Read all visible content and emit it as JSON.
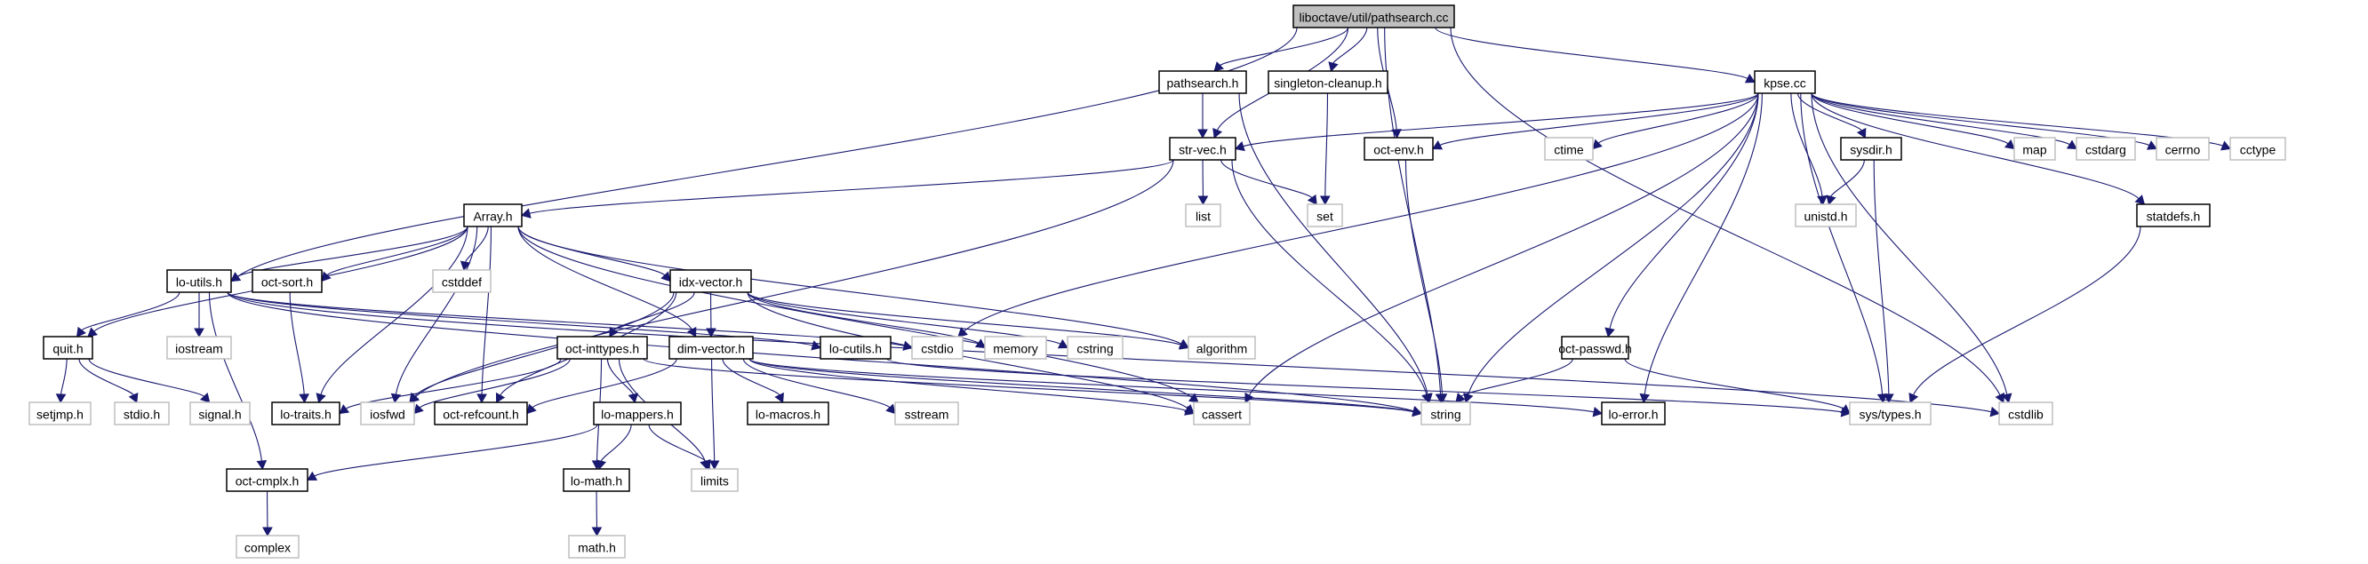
{
  "title": "liboctave/util/pathsearch.cc",
  "colors": {
    "edge": "#191970",
    "root_fill": "#bfbfbf",
    "documented_border": "#000000",
    "external_border": "#bfbfbf"
  },
  "nodes": [
    {
      "id": "root",
      "label": "liboctave/util/pathsearch.cc",
      "kind": "root"
    },
    {
      "id": "pathsearch_h",
      "label": "pathsearch.h",
      "kind": "documented"
    },
    {
      "id": "singleton_cleanup_h",
      "label": "singleton-cleanup.h",
      "kind": "documented"
    },
    {
      "id": "kpse_cc",
      "label": "kpse.cc",
      "kind": "documented"
    },
    {
      "id": "str_vec_h",
      "label": "str-vec.h",
      "kind": "documented"
    },
    {
      "id": "oct_env_h",
      "label": "oct-env.h",
      "kind": "documented"
    },
    {
      "id": "ctime",
      "label": "ctime",
      "kind": "external"
    },
    {
      "id": "sysdir_h",
      "label": "sysdir.h",
      "kind": "documented"
    },
    {
      "id": "map",
      "label": "map",
      "kind": "external"
    },
    {
      "id": "cstdarg",
      "label": "cstdarg",
      "kind": "external"
    },
    {
      "id": "cerrno",
      "label": "cerrno",
      "kind": "external"
    },
    {
      "id": "cctype",
      "label": "cctype",
      "kind": "external"
    },
    {
      "id": "list",
      "label": "list",
      "kind": "external"
    },
    {
      "id": "set",
      "label": "set",
      "kind": "external"
    },
    {
      "id": "unistd_h",
      "label": "unistd.h",
      "kind": "external"
    },
    {
      "id": "statdefs_h",
      "label": "statdefs.h",
      "kind": "documented"
    },
    {
      "id": "array_h",
      "label": "Array.h",
      "kind": "documented"
    },
    {
      "id": "lo_utils_h",
      "label": "lo-utils.h",
      "kind": "documented"
    },
    {
      "id": "oct_sort_h",
      "label": "oct-sort.h",
      "kind": "documented"
    },
    {
      "id": "cstddef",
      "label": "cstddef",
      "kind": "external"
    },
    {
      "id": "idx_vector_h",
      "label": "idx-vector.h",
      "kind": "documented"
    },
    {
      "id": "quit_h",
      "label": "quit.h",
      "kind": "documented"
    },
    {
      "id": "iostream",
      "label": "iostream",
      "kind": "external"
    },
    {
      "id": "oct_inttypes_h",
      "label": "oct-inttypes.h",
      "kind": "documented"
    },
    {
      "id": "dim_vector_h",
      "label": "dim-vector.h",
      "kind": "documented"
    },
    {
      "id": "lo_cutils_h",
      "label": "lo-cutils.h",
      "kind": "documented"
    },
    {
      "id": "cstdio",
      "label": "cstdio",
      "kind": "external"
    },
    {
      "id": "memory",
      "label": "memory",
      "kind": "external"
    },
    {
      "id": "cstring",
      "label": "cstring",
      "kind": "external"
    },
    {
      "id": "algorithm",
      "label": "algorithm",
      "kind": "external"
    },
    {
      "id": "oct_passwd_h",
      "label": "oct-passwd.h",
      "kind": "documented"
    },
    {
      "id": "setjmp_h",
      "label": "setjmp.h",
      "kind": "external"
    },
    {
      "id": "stdio_h",
      "label": "stdio.h",
      "kind": "external"
    },
    {
      "id": "signal_h",
      "label": "signal.h",
      "kind": "external"
    },
    {
      "id": "lo_traits_h",
      "label": "lo-traits.h",
      "kind": "documented"
    },
    {
      "id": "iosfwd",
      "label": "iosfwd",
      "kind": "external"
    },
    {
      "id": "oct_refcount_h",
      "label": "oct-refcount.h",
      "kind": "documented"
    },
    {
      "id": "lo_mappers_h",
      "label": "lo-mappers.h",
      "kind": "documented"
    },
    {
      "id": "lo_macros_h",
      "label": "lo-macros.h",
      "kind": "documented"
    },
    {
      "id": "sstream",
      "label": "sstream",
      "kind": "external"
    },
    {
      "id": "cassert",
      "label": "cassert",
      "kind": "external"
    },
    {
      "id": "string",
      "label": "string",
      "kind": "external"
    },
    {
      "id": "lo_error_h",
      "label": "lo-error.h",
      "kind": "documented"
    },
    {
      "id": "sys_types_h",
      "label": "sys/types.h",
      "kind": "external"
    },
    {
      "id": "cstdlib",
      "label": "cstdlib",
      "kind": "external"
    },
    {
      "id": "oct_cmplx_h",
      "label": "oct-cmplx.h",
      "kind": "documented"
    },
    {
      "id": "lo_math_h",
      "label": "lo-math.h",
      "kind": "documented"
    },
    {
      "id": "limits",
      "label": "limits",
      "kind": "external"
    },
    {
      "id": "complex",
      "label": "complex",
      "kind": "external"
    },
    {
      "id": "math_h",
      "label": "math.h",
      "kind": "external"
    }
  ],
  "edges": [
    [
      "root",
      "pathsearch_h"
    ],
    [
      "root",
      "singleton_cleanup_h"
    ],
    [
      "root",
      "str_vec_h"
    ],
    [
      "root",
      "oct_env_h"
    ],
    [
      "root",
      "string"
    ],
    [
      "root",
      "kpse_cc"
    ],
    [
      "root",
      "lo_utils_h"
    ],
    [
      "root",
      "cstdlib"
    ],
    [
      "pathsearch_h",
      "str_vec_h"
    ],
    [
      "pathsearch_h",
      "string"
    ],
    [
      "singleton_cleanup_h",
      "set"
    ],
    [
      "kpse_cc",
      "str_vec_h"
    ],
    [
      "kpse_cc",
      "oct_env_h"
    ],
    [
      "kpse_cc",
      "ctime"
    ],
    [
      "kpse_cc",
      "sysdir_h"
    ],
    [
      "kpse_cc",
      "map"
    ],
    [
      "kpse_cc",
      "cstdarg"
    ],
    [
      "kpse_cc",
      "cerrno"
    ],
    [
      "kpse_cc",
      "cctype"
    ],
    [
      "kpse_cc",
      "statdefs_h"
    ],
    [
      "kpse_cc",
      "unistd_h"
    ],
    [
      "kpse_cc",
      "sys_types_h"
    ],
    [
      "kpse_cc",
      "cstdlib"
    ],
    [
      "kpse_cc",
      "cstdio"
    ],
    [
      "kpse_cc",
      "cassert"
    ],
    [
      "kpse_cc",
      "string"
    ],
    [
      "kpse_cc",
      "oct_passwd_h"
    ],
    [
      "kpse_cc",
      "lo_error_h"
    ],
    [
      "str_vec_h",
      "list"
    ],
    [
      "str_vec_h",
      "set"
    ],
    [
      "str_vec_h",
      "string"
    ],
    [
      "str_vec_h",
      "array_h"
    ],
    [
      "str_vec_h",
      "iosfwd"
    ],
    [
      "oct_env_h",
      "string"
    ],
    [
      "sysdir_h",
      "unistd_h"
    ],
    [
      "sysdir_h",
      "sys_types_h"
    ],
    [
      "statdefs_h",
      "sys_types_h"
    ],
    [
      "oct_passwd_h",
      "string"
    ],
    [
      "oct_passwd_h",
      "sys_types_h"
    ],
    [
      "array_h",
      "lo_utils_h"
    ],
    [
      "array_h",
      "oct_sort_h"
    ],
    [
      "array_h",
      "cstddef"
    ],
    [
      "array_h",
      "idx_vector_h"
    ],
    [
      "array_h",
      "dim_vector_h"
    ],
    [
      "array_h",
      "oct_refcount_h"
    ],
    [
      "array_h",
      "lo_traits_h"
    ],
    [
      "array_h",
      "iosfwd"
    ],
    [
      "array_h",
      "cassert"
    ],
    [
      "array_h",
      "algorithm"
    ],
    [
      "array_h",
      "quit_h"
    ],
    [
      "lo_utils_h",
      "quit_h"
    ],
    [
      "lo_utils_h",
      "iostream"
    ],
    [
      "lo_utils_h",
      "oct_cmplx_h"
    ],
    [
      "lo_utils_h",
      "lo_cutils_h"
    ],
    [
      "lo_utils_h",
      "cstdio"
    ],
    [
      "lo_utils_h",
      "string"
    ],
    [
      "lo_utils_h",
      "cstdlib"
    ],
    [
      "oct_sort_h",
      "lo_traits_h"
    ],
    [
      "quit_h",
      "setjmp_h"
    ],
    [
      "quit_h",
      "stdio_h"
    ],
    [
      "quit_h",
      "signal_h"
    ],
    [
      "idx_vector_h",
      "oct_inttypes_h"
    ],
    [
      "idx_vector_h",
      "dim_vector_h"
    ],
    [
      "idx_vector_h",
      "iosfwd"
    ],
    [
      "idx_vector_h",
      "oct_refcount_h"
    ],
    [
      "idx_vector_h",
      "cstring"
    ],
    [
      "idx_vector_h",
      "memory"
    ],
    [
      "idx_vector_h",
      "algorithm"
    ],
    [
      "idx_vector_h",
      "cassert"
    ],
    [
      "oct_inttypes_h",
      "lo_traits_h"
    ],
    [
      "oct_inttypes_h",
      "iosfwd"
    ],
    [
      "oct_inttypes_h",
      "lo_math_h"
    ],
    [
      "oct_inttypes_h",
      "lo_mappers_h"
    ],
    [
      "oct_inttypes_h",
      "limits"
    ],
    [
      "oct_inttypes_h",
      "string"
    ],
    [
      "dim_vector_h",
      "oct_refcount_h"
    ],
    [
      "dim_vector_h",
      "lo_macros_h"
    ],
    [
      "dim_vector_h",
      "sstream"
    ],
    [
      "dim_vector_h",
      "limits"
    ],
    [
      "dim_vector_h",
      "cassert"
    ],
    [
      "dim_vector_h",
      "string"
    ],
    [
      "dim_vector_h",
      "lo_error_h"
    ],
    [
      "lo_mappers_h",
      "oct_cmplx_h"
    ],
    [
      "lo_mappers_h",
      "lo_math_h"
    ],
    [
      "lo_mappers_h",
      "limits"
    ],
    [
      "lo_cutils_h",
      "sys_types_h"
    ],
    [
      "oct_cmplx_h",
      "complex"
    ],
    [
      "lo_math_h",
      "math_h"
    ]
  ]
}
